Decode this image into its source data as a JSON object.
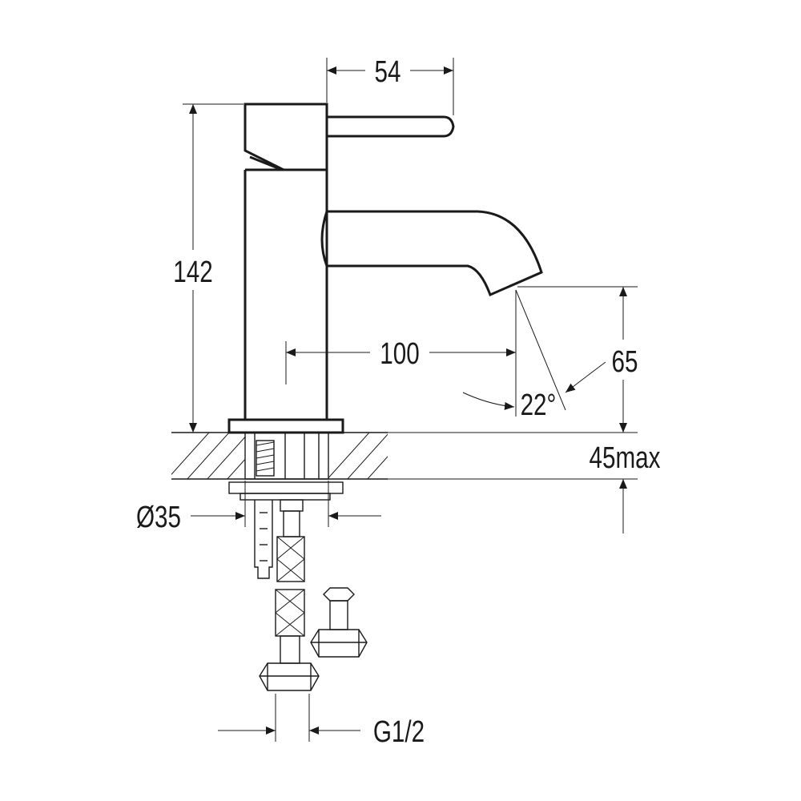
{
  "drawing": {
    "dimensions": {
      "lever_reach": "54",
      "height": "142",
      "spout_reach": "100",
      "spout_height": "65",
      "spout_angle": "22°",
      "deck_thickness": "45max",
      "base_diameter": "Ø35",
      "connection_thread": "G1/2"
    },
    "colors": {
      "line": "#1a1a1a",
      "background": "#ffffff"
    }
  }
}
